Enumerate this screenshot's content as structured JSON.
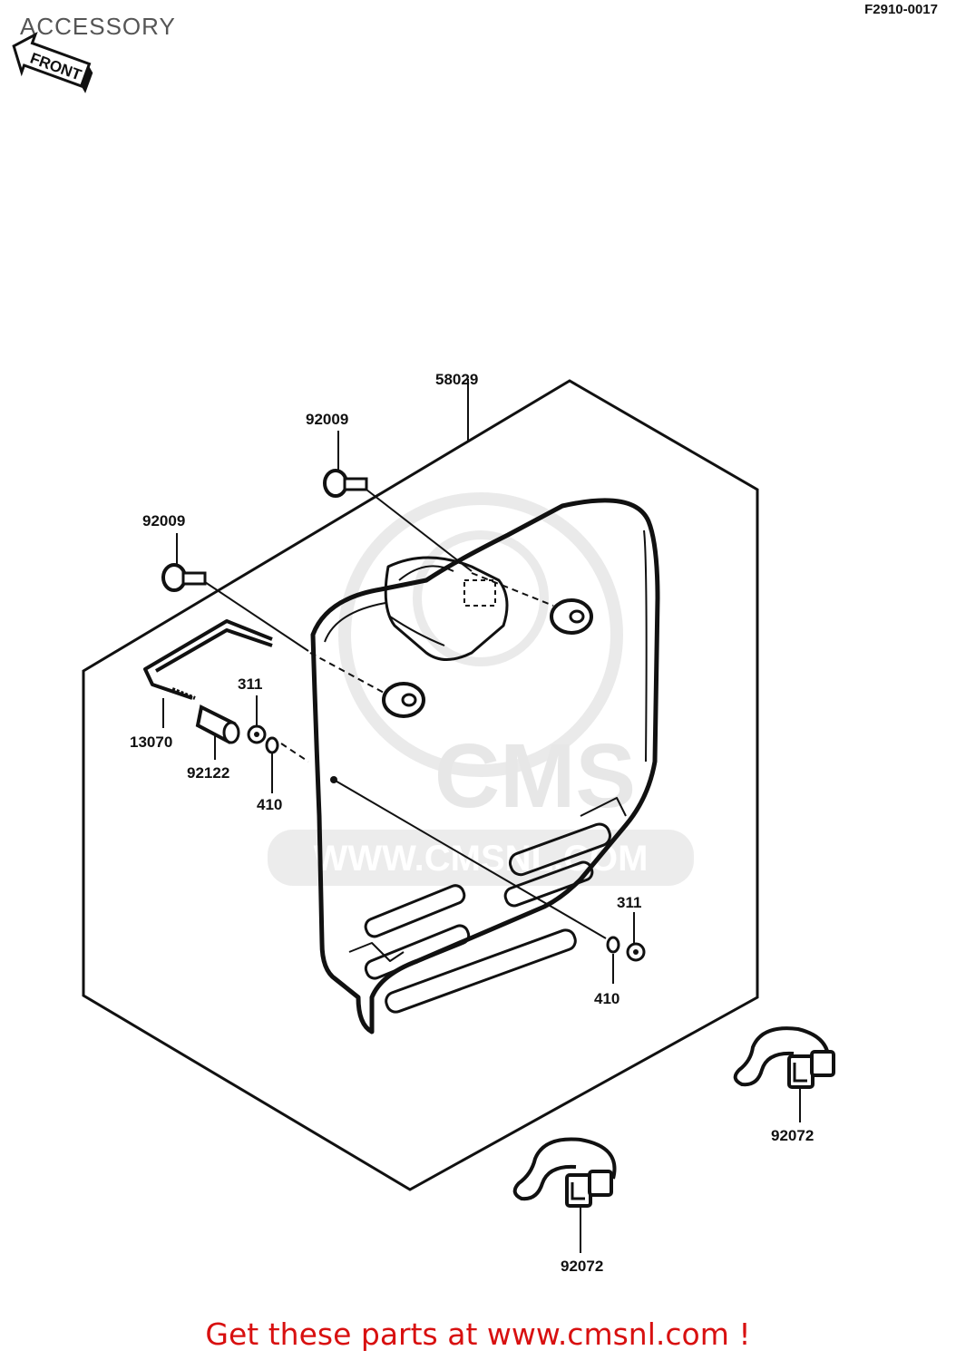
{
  "header": {
    "title": "ACCESSORY",
    "diagram_code": "F2910-0017",
    "front_marker": "FRONT"
  },
  "parts": {
    "p58029": "58029",
    "p92009_top": "92009",
    "p92009_left": "92009",
    "p311_left": "311",
    "p13070": "13070",
    "p92122": "92122",
    "p410_left": "410",
    "p311_right": "311",
    "p410_right": "410",
    "p92072_right": "92072",
    "p92072_bottom": "92072"
  },
  "watermark": {
    "brand": "CMS",
    "url": "WWW.CMSNL.COM"
  },
  "footer": {
    "text": "Get these parts at www.cmsnl.com !"
  },
  "colors": {
    "line": "#111111",
    "footer_red": "#d81010",
    "watermark": "#d9d9d9"
  }
}
